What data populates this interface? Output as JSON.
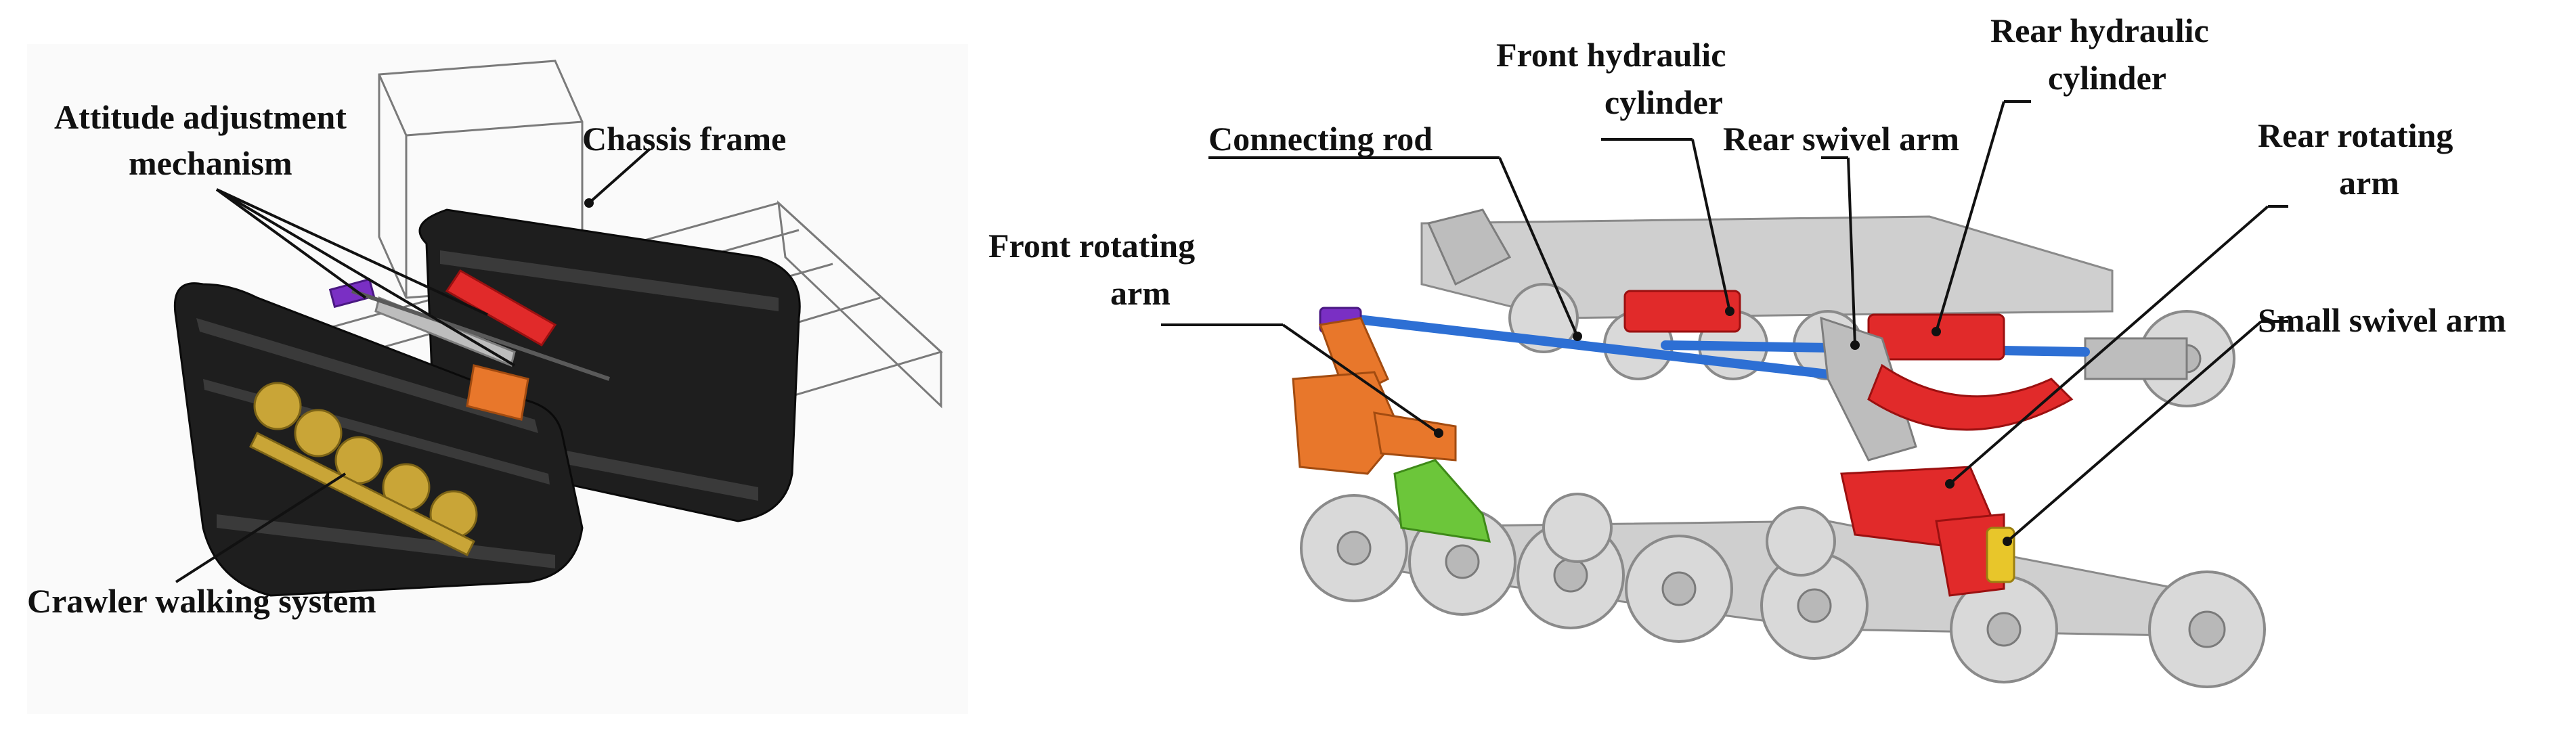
{
  "left_panel": {
    "labels": {
      "attitude_line1": "Attitude adjustment",
      "attitude_line2": "mechanism",
      "chassis": "Chassis frame",
      "crawler": "Crawler walking system"
    }
  },
  "right_panel": {
    "labels": {
      "connecting_rod": "Connecting rod",
      "front_cyl_line1": "Front hydraulic",
      "front_cyl_line2": "cylinder",
      "rear_swivel": "Rear swivel arm",
      "rear_cyl_line1": "Rear hydraulic",
      "rear_cyl_line2": "cylinder",
      "rear_rot_line1": "Rear rotating",
      "rear_rot_line2": "arm",
      "front_rot_line1": "Front rotating",
      "front_rot_line2": "arm",
      "small_swivel": "Small swivel arm"
    }
  },
  "colors": {
    "hydraulic_cylinder": "#e12a2a",
    "front_rotating_arm": "#e8772b",
    "connecting_rod": "#2d6fd4",
    "mount": "#6cc63a",
    "small_swivel_arm": "#e8c62a",
    "track": "#1e1e1e"
  }
}
